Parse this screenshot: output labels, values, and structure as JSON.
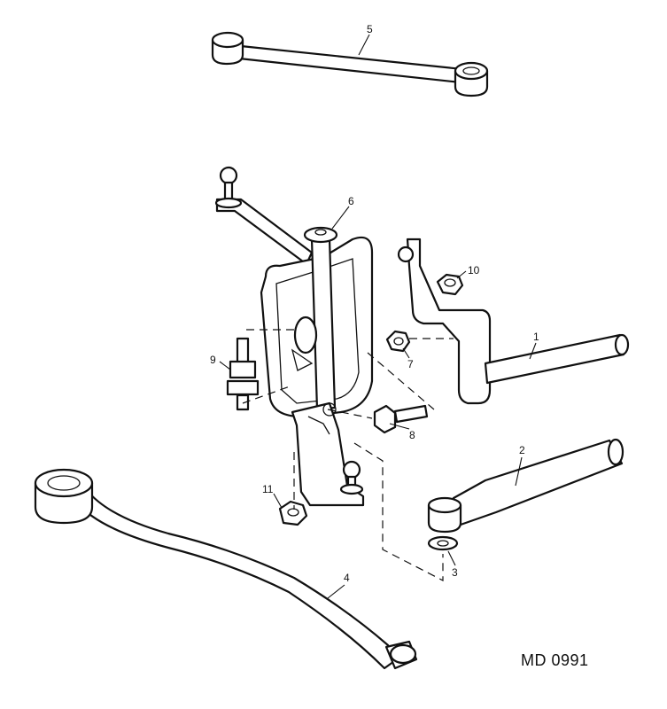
{
  "diagram": {
    "reference_code": "MD 0991",
    "callouts": {
      "c1": "1",
      "c2": "2",
      "c3": "3",
      "c4": "4",
      "c5": "5",
      "c6": "6",
      "c7": "7",
      "c8": "8",
      "c9": "9",
      "c10": "10",
      "c11": "11"
    }
  }
}
